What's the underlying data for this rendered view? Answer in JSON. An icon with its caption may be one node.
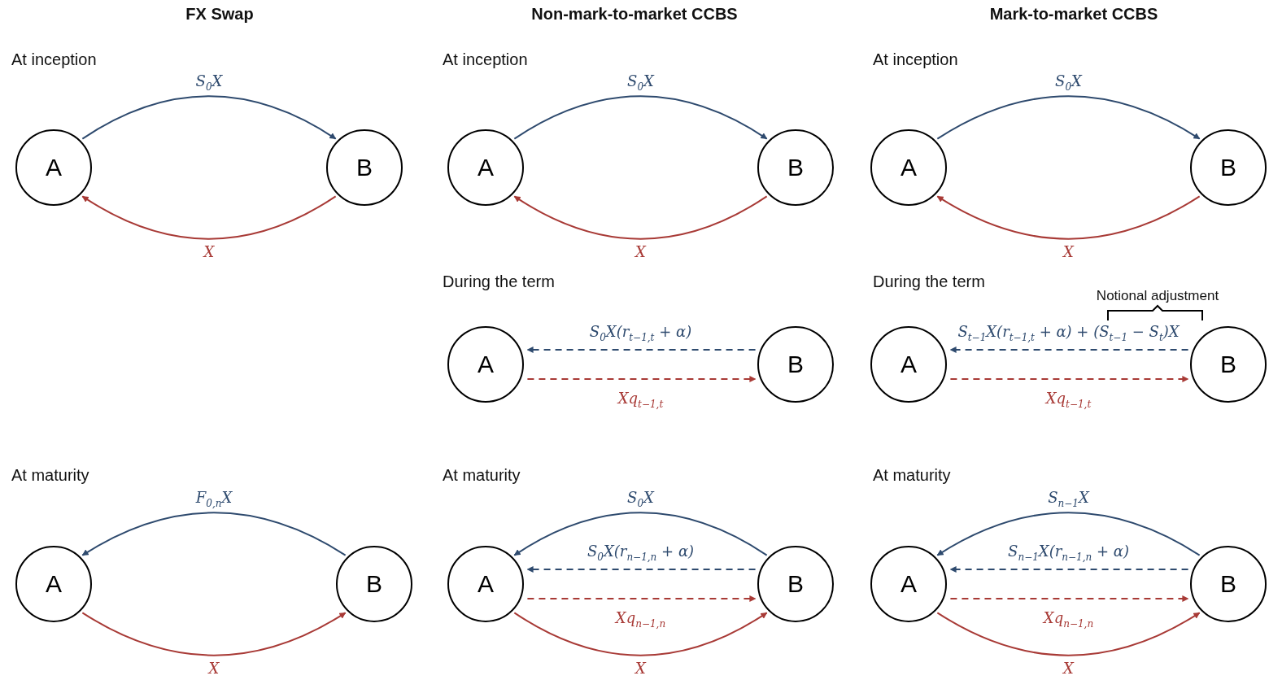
{
  "diagram": {
    "nodes": [
      {
        "text": [
          "A"
        ]
      },
      {
        "text": [
          "B"
        ]
      },
      {
        "text": [
          "A"
        ]
      },
      {
        "text": [
          "B"
        ]
      },
      {
        "text": [
          "A"
        ]
      },
      {
        "text": [
          "B"
        ]
      },
      {
        "text": [
          "A"
        ]
      },
      {
        "text": [
          "B"
        ]
      },
      {
        "text": [
          "A"
        ]
      },
      {
        "text": [
          "B"
        ]
      },
      {
        "text": [
          "A"
        ]
      },
      {
        "text": [
          "B"
        ]
      },
      {
        "text": [
          "A"
        ]
      },
      {
        "text": [
          "B"
        ]
      },
      {
        "text": [
          "A"
        ]
      },
      {
        "text": [
          "B"
        ]
      }
    ],
    "edges": [
      {
        "from": 0,
        "to": 1,
        "arrow": "to",
        "label": "S$_{0}$X",
        "color": "#2e4a6e"
      },
      {
        "from": 1,
        "to": 0,
        "arrow": "to",
        "label": "X",
        "color": "#a83a36"
      },
      {
        "from": 2,
        "to": 3,
        "arrow": "to",
        "label": "S$_{0}$X",
        "color": "#2e4a6e"
      },
      {
        "from": 3,
        "to": 2,
        "arrow": "to",
        "label": "X",
        "color": "#a83a36"
      },
      {
        "from": 4,
        "to": 5,
        "arrow": "to",
        "label": "S$_{0}$X",
        "color": "#2e4a6e"
      },
      {
        "from": 5,
        "to": 4,
        "arrow": "to",
        "label": "X",
        "color": "#a83a36"
      },
      {
        "from": 7,
        "to": 6,
        "arrow": "to",
        "label": "S$_{0}$X(r$_{t−1,t}$ + α)",
        "style": "dashed",
        "color": "#2e4a6e"
      },
      {
        "from": 6,
        "to": 7,
        "arrow": "to",
        "label": "Xq$_{t−1,t}$",
        "style": "dashed",
        "color": "#a83a36"
      },
      {
        "from": 9,
        "to": 8,
        "arrow": "to",
        "label": "S$_{t−1}$X(r$_{t−1,t}$ + α) + (S$_{t−1}$ − S$_{t}$)X",
        "style": "dashed",
        "color": "#2e4a6e"
      },
      {
        "from": 8,
        "to": 9,
        "arrow": "to",
        "label": "Xq$_{t−1,t}$",
        "style": "dashed",
        "color": "#a83a36"
      },
      {
        "from": 11,
        "to": 10,
        "arrow": "to",
        "label": "F$_{0,n}$X",
        "color": "#2e4a6e"
      },
      {
        "from": 10,
        "to": 11,
        "arrow": "to",
        "label": "X",
        "color": "#a83a36"
      },
      {
        "from": 13,
        "to": 12,
        "arrow": "to",
        "label": "S$_{0}$X",
        "color": "#2e4a6e"
      },
      {
        "from": 13,
        "to": 12,
        "arrow": "to",
        "label": "S$_{0}$X(r$_{n−1,n}$ + α)",
        "style": "dashed",
        "color": "#2e4a6e"
      },
      {
        "from": 12,
        "to": 13,
        "arrow": "to",
        "label": "Xq$_{n−1,n}$",
        "style": "dashed",
        "color": "#a83a36"
      },
      {
        "from": 12,
        "to": 13,
        "arrow": "to",
        "label": "X",
        "color": "#a83a36"
      },
      {
        "from": 15,
        "to": 14,
        "arrow": "to",
        "label": "S$_{n−1}$X",
        "color": "#2e4a6e"
      },
      {
        "from": 15,
        "to": 14,
        "arrow": "to",
        "label": "S$_{n−1}$X(r$_{n−1,n}$ + α)",
        "style": "dashed",
        "color": "#2e4a6e"
      },
      {
        "from": 14,
        "to": 15,
        "arrow": "to",
        "label": "Xq$_{n−1,n}$",
        "style": "dashed",
        "color": "#a83a36"
      },
      {
        "from": 14,
        "to": 15,
        "arrow": "to",
        "label": "X",
        "color": "#a83a36"
      }
    ],
    "labels": [
      "FX Swap",
      "Non-mark-to-market CCBS",
      "Mark-to-market CCBS",
      "At inception",
      "At inception",
      "At inception",
      "During the term",
      "During the term",
      "Notional adjustment",
      "At maturity",
      "At maturity",
      "At maturity"
    ]
  }
}
